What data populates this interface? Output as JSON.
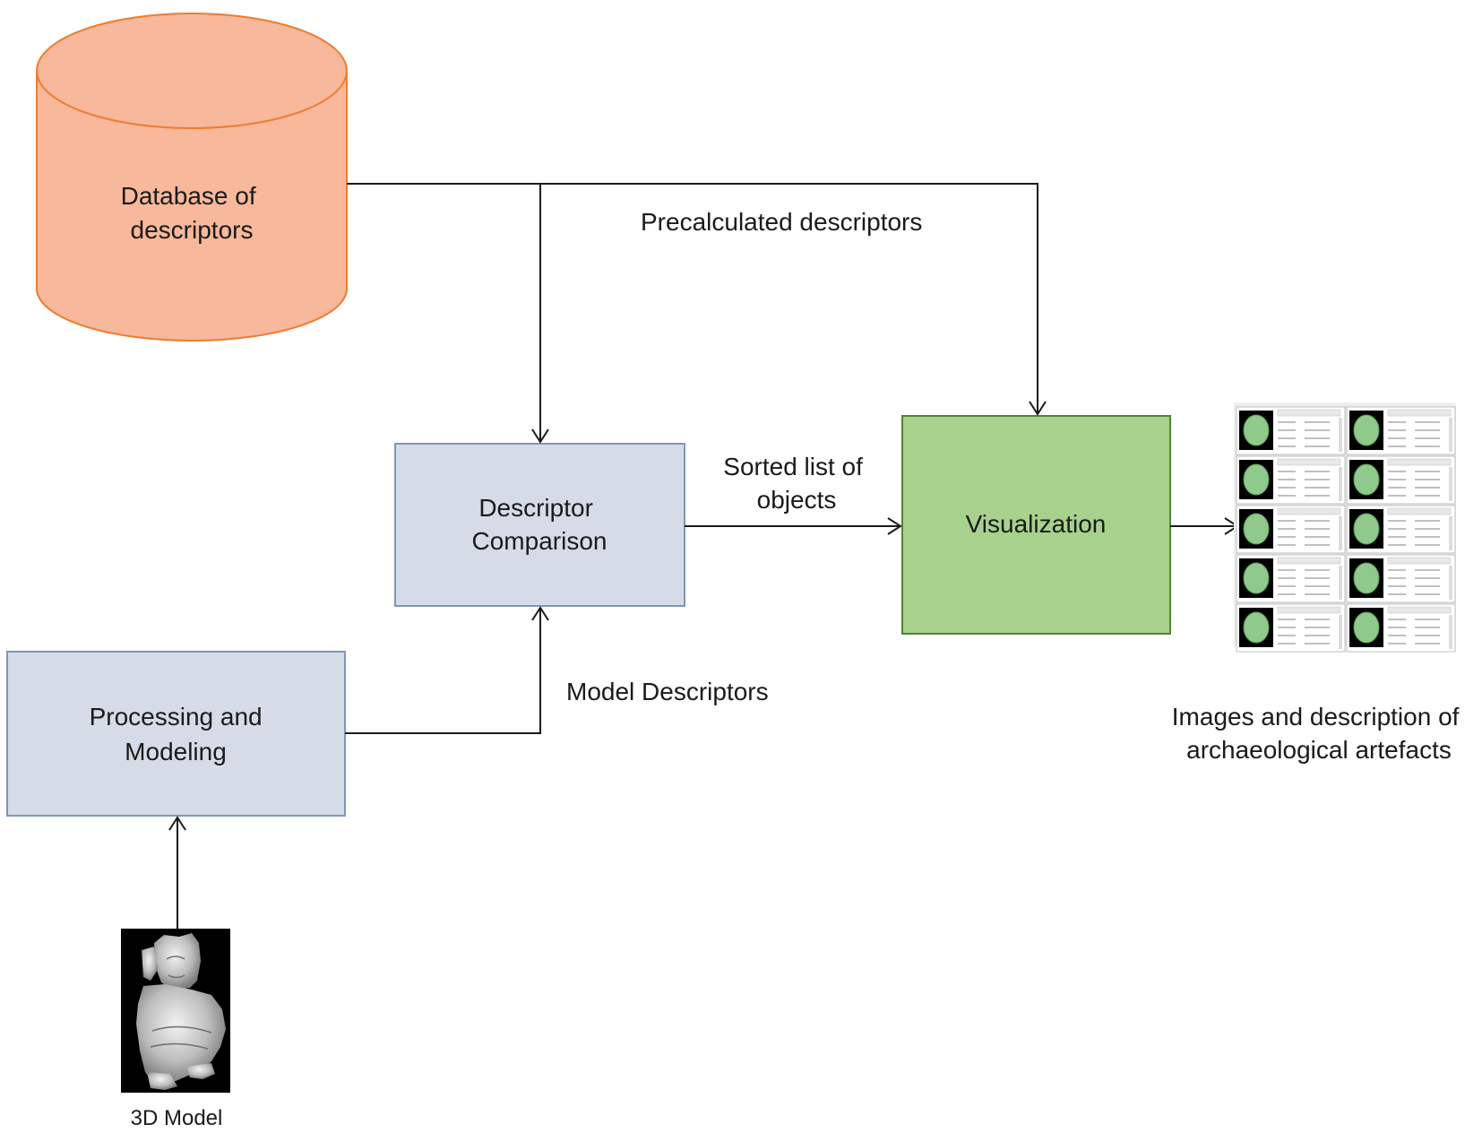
{
  "nodes": {
    "database": {
      "lines": [
        "Database of",
        "descriptors"
      ],
      "fill": "#f7b89b",
      "stroke": "#ef7c2e"
    },
    "comparison": {
      "lines": [
        "Descriptor",
        "Comparison"
      ],
      "fill": "#d6dce7",
      "stroke": "#7f96bd"
    },
    "visualization": {
      "lines": [
        "Visualization"
      ],
      "fill": "#a9d18e",
      "stroke": "#548235"
    },
    "processing": {
      "lines": [
        "Processing and",
        "Modeling"
      ],
      "fill": "#d6dce7",
      "stroke": "#7f96bd"
    }
  },
  "edge_labels": {
    "precalculated": "Precalculated descriptors",
    "sorted": [
      "Sorted list of",
      "objects"
    ],
    "model_descriptors": "Model  Descriptors"
  },
  "model_image": {
    "caption": "3D Model",
    "icon": "statue-3d-model-image"
  },
  "results": {
    "caption": [
      "Images and description of",
      "archaeological artefacts"
    ],
    "icon": "result-cards-thumbnail",
    "card_count": 10
  }
}
